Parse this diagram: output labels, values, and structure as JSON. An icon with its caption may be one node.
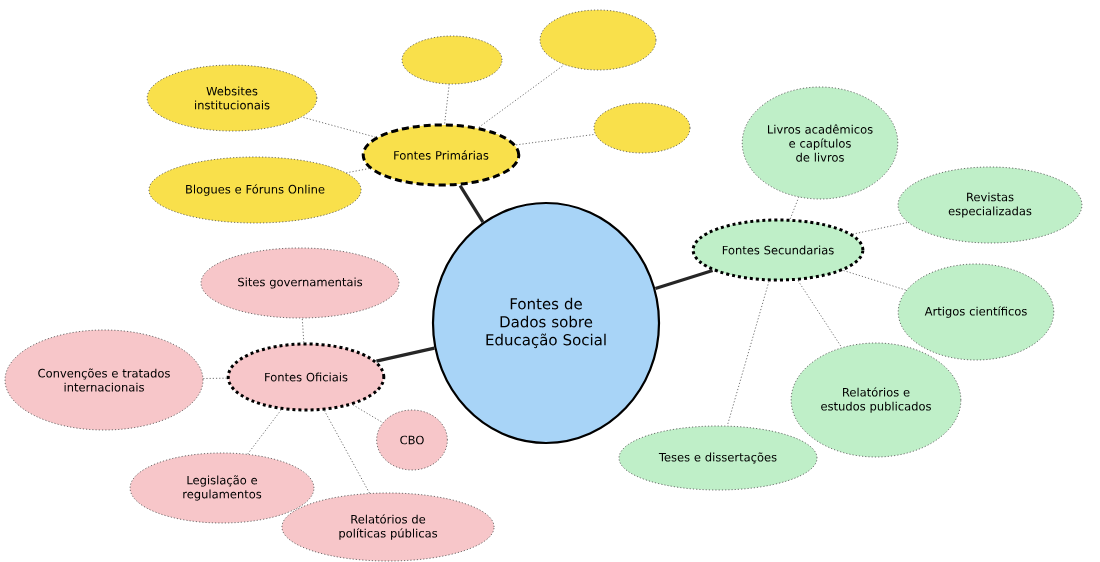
{
  "diagram": {
    "nodes": [
      {
        "text": [
          "Fontes de Dados sobre Educação Social"
        ]
      },
      {
        "text": [
          "Fontes Primárias"
        ]
      },
      {
        "text": [],
        "shape": "circle"
      },
      {
        "text": [],
        "shape": "circle"
      },
      {
        "text": [],
        "shape": "circle"
      },
      {
        "text": [
          "Websites institucionais"
        ]
      },
      {
        "text": [
          "Blogues e Fóruns Online"
        ]
      },
      {
        "text": [
          "Fontes Secundarias"
        ]
      },
      {
        "text": [
          "Livros acadêmicos e capítulos de livros"
        ]
      },
      {
        "text": [
          "Revistas especializadas"
        ]
      },
      {
        "text": [
          "Artigos científicos"
        ]
      },
      {
        "text": [
          "Relatórios e estudos publicados"
        ]
      },
      {
        "text": [
          "Teses e dissertações"
        ]
      },
      {
        "text": [
          "Fontes Oficiais"
        ]
      },
      {
        "text": [
          "Sites governamentais"
        ]
      },
      {
        "text": [
          "Convenções e tratados internacionais"
        ]
      },
      {
        "text": [
          "CBO"
        ]
      },
      {
        "text": [
          "Legislação e regulamentos"
        ]
      },
      {
        "text": [
          "Relatórios de políticas públicas"
        ]
      }
    ],
    "edges": [
      {
        "from": 0,
        "to": 1,
        "arrow": "none",
        "style": "thick"
      },
      {
        "from": 1,
        "to": 2,
        "arrow": "none",
        "style": "dashed"
      },
      {
        "from": 1,
        "to": 3,
        "arrow": "none",
        "style": "dashed"
      },
      {
        "from": 1,
        "to": 4,
        "arrow": "none",
        "style": "dashed"
      },
      {
        "from": 1,
        "to": 5,
        "arrow": "none",
        "style": "dashed"
      },
      {
        "from": 1,
        "to": 6,
        "arrow": "none",
        "style": "dashed"
      },
      {
        "from": 0,
        "to": 7,
        "arrow": "none",
        "style": "thick"
      },
      {
        "from": 7,
        "to": 8,
        "arrow": "none",
        "style": "dashed"
      },
      {
        "from": 7,
        "to": 9,
        "arrow": "none",
        "style": "dashed"
      },
      {
        "from": 7,
        "to": 10,
        "arrow": "none",
        "style": "dashed"
      },
      {
        "from": 7,
        "to": 11,
        "arrow": "none",
        "style": "dashed"
      },
      {
        "from": 7,
        "to": 12,
        "arrow": "none",
        "style": "dashed"
      },
      {
        "from": 0,
        "to": 13,
        "arrow": "none",
        "style": "thick"
      },
      {
        "from": 13,
        "to": 14,
        "arrow": "none",
        "style": "dashed"
      },
      {
        "from": 13,
        "to": 15,
        "arrow": "none",
        "style": "dashed"
      },
      {
        "from": 13,
        "to": 16,
        "arrow": "none",
        "style": "dashed"
      },
      {
        "from": 13,
        "to": 17,
        "arrow": "none",
        "style": "dashed"
      },
      {
        "from": 13,
        "to": 18,
        "arrow": "none",
        "style": "dashed"
      }
    ]
  }
}
